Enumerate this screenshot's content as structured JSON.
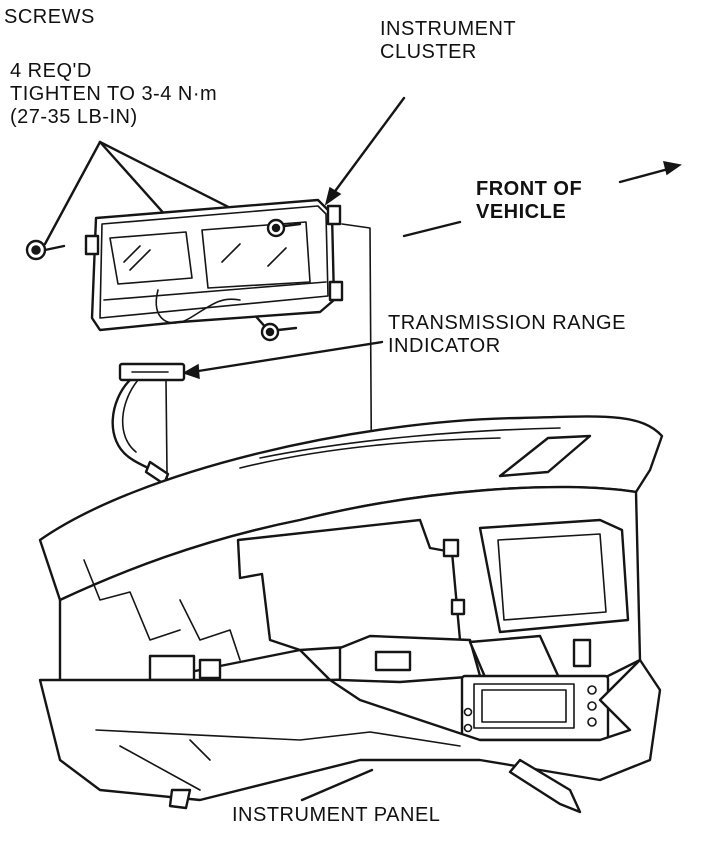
{
  "labels": {
    "screws": "SCREWS",
    "screws_qty": "4 REQ'D",
    "screws_torque": "TIGHTEN TO 3-4 N·m",
    "screws_torque_imperial": "(27-35 LB-IN)",
    "cluster_line1": "INSTRUMENT",
    "cluster_line2": "CLUSTER",
    "front_line1": "FRONT OF",
    "front_line2": "VEHICLE",
    "trans_line1": "TRANSMISSION RANGE",
    "trans_line2": "INDICATOR",
    "panel": "INSTRUMENT PANEL"
  },
  "colors": {
    "line": "#151515",
    "background": "#ffffff"
  }
}
